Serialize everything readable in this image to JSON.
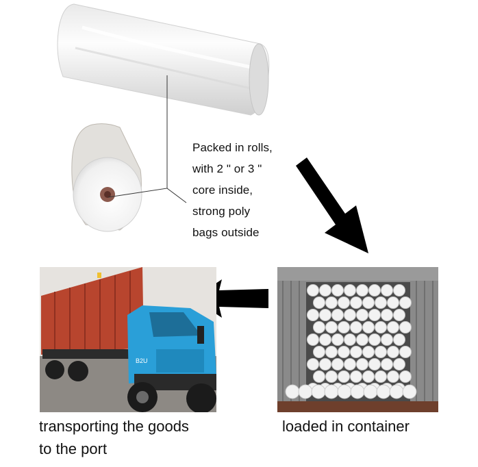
{
  "packing_note": {
    "lines": [
      "Packed in rolls,",
      "with 2 \" or 3 \"",
      "core inside,",
      "strong poly",
      "bags outside"
    ]
  },
  "captions": {
    "container": "loaded in container",
    "truck_line1": "transporting the goods",
    "truck_line2": "to the port"
  },
  "container_markings": {
    "truck_plate": "B2U"
  },
  "colors": {
    "container_red": "#b8452e",
    "truck_blue": "#2a9fd8",
    "arrow": "#000000",
    "roll_white": "#f2f2f2"
  },
  "icons": [
    "down-right-arrow-icon",
    "left-arrow-icon"
  ]
}
